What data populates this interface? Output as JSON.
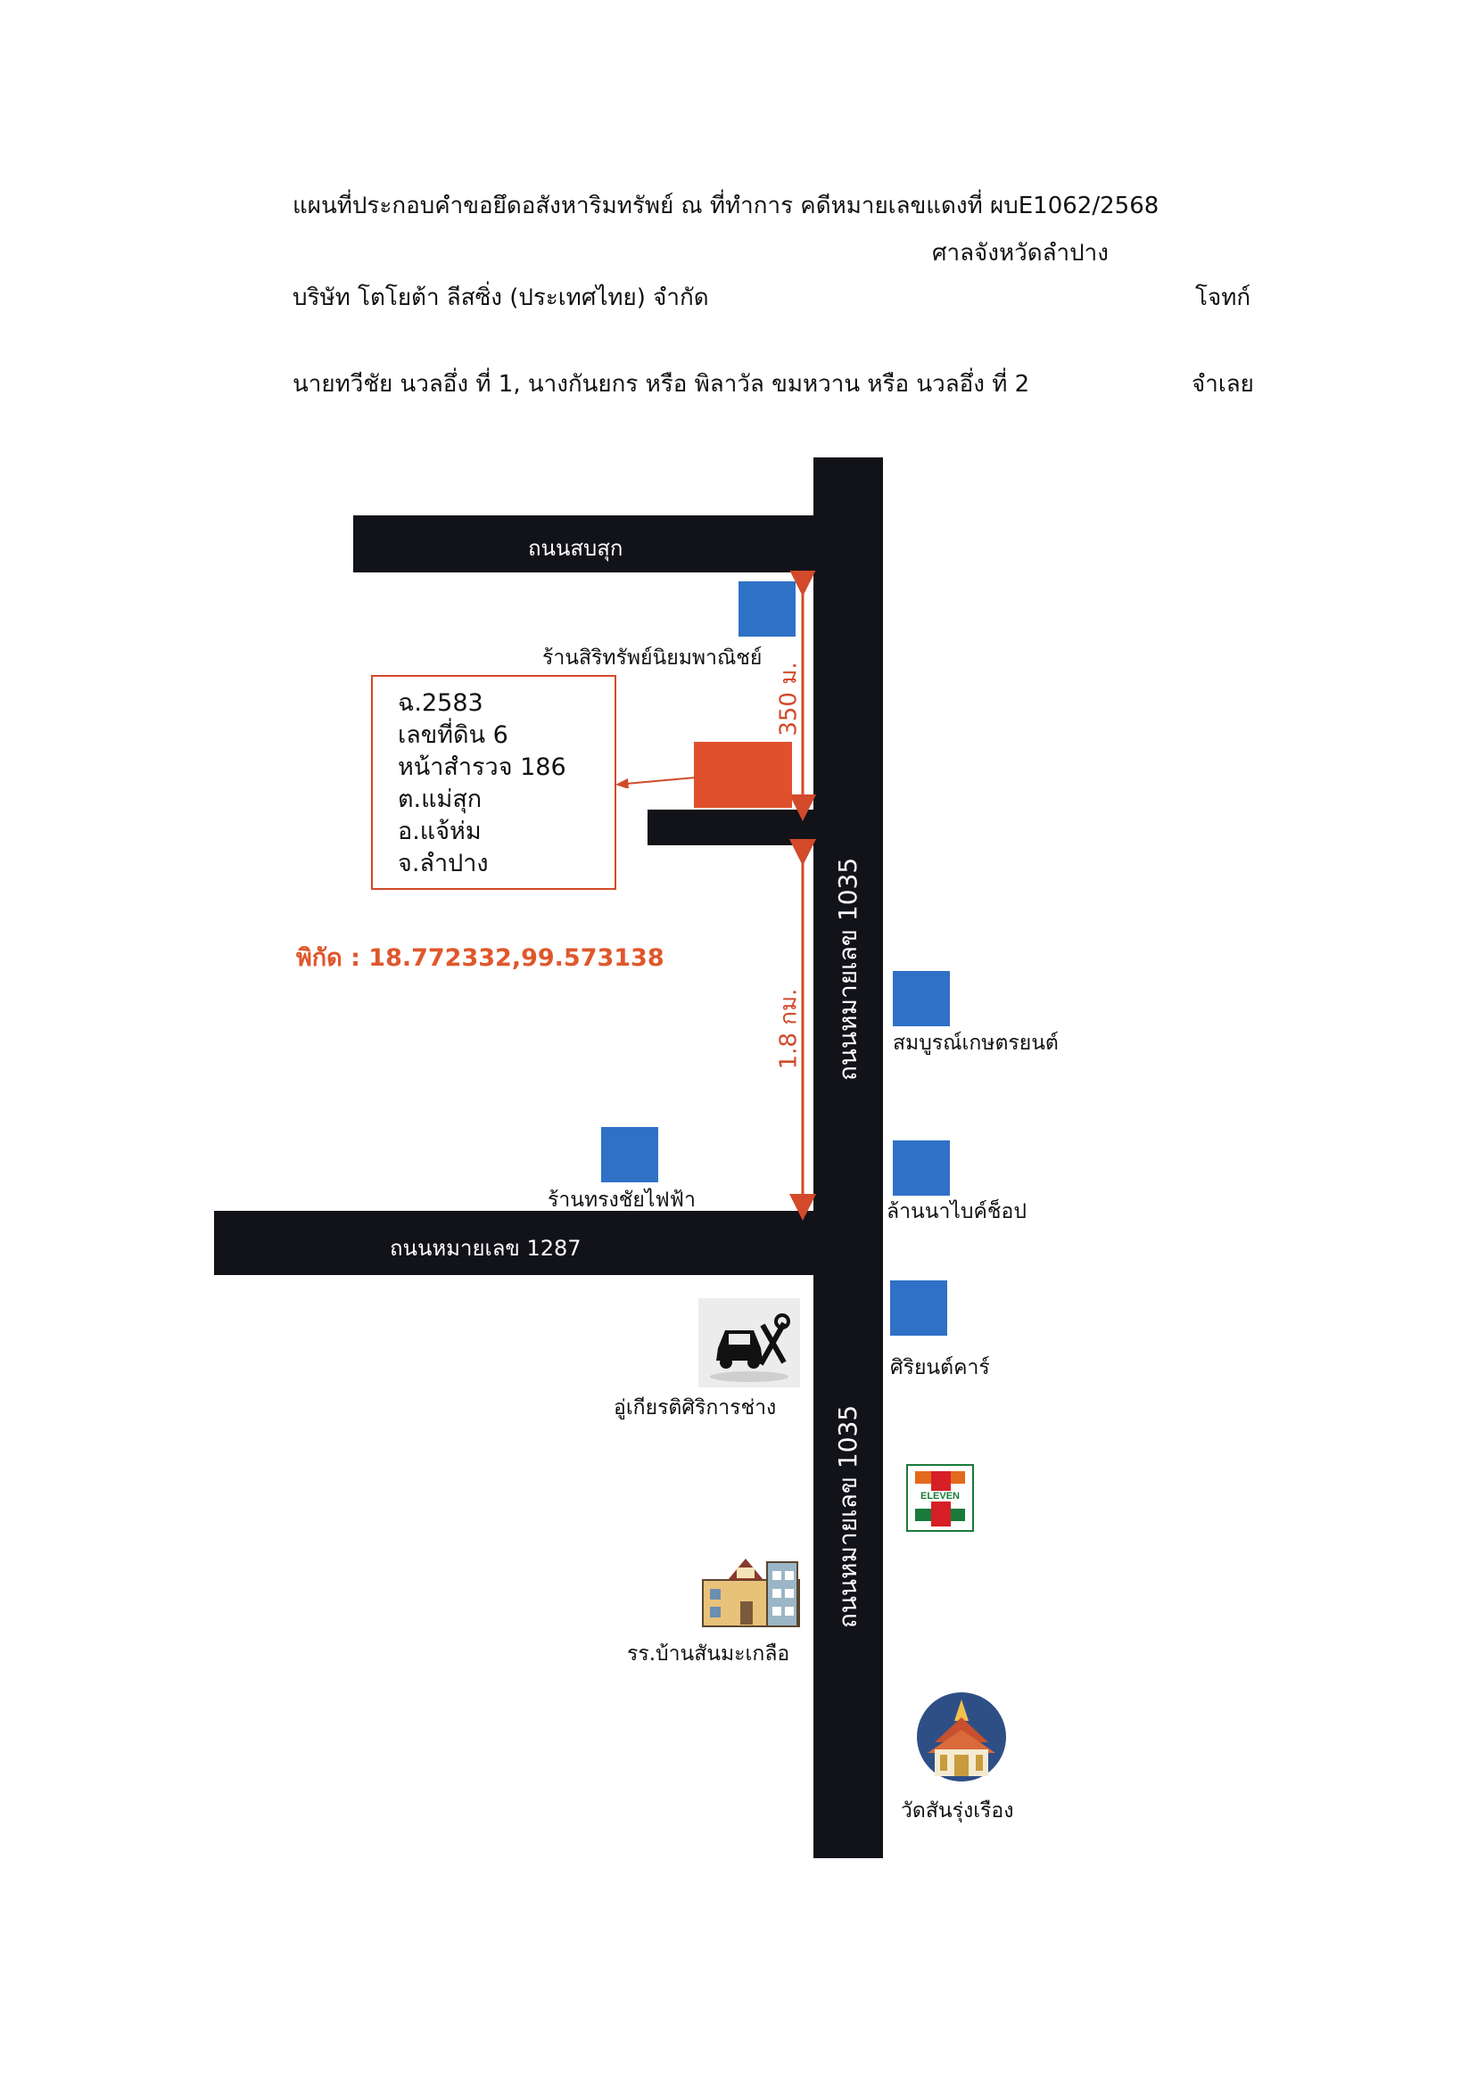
{
  "header": {
    "title": "แผนที่ประกอบคำขอยึดอสังหาริมทรัพย์ ณ ที่ทำการ คดีหมายเลขแดงที่ ผบE1062/2568",
    "court": "ศาลจังหวัดลำปาง",
    "plaintiff": "บริษัท โตโยต้า ลีสซิ่ง (ประเทศไทย) จำกัด",
    "plaintiff_role": "โจทก์",
    "defendants": "นายทวีชัย นวลอึ่ง ที่ 1, นางกันยกร หรือ พิลาวัล ขมหวาน หรือ นวลอึ่ง ที่ 2",
    "defendant_role": "จำเลย"
  },
  "roads": {
    "sobsuk": "ถนนสบสุก",
    "road_1287": "ถนนหมายเลข 1287",
    "road_1035_upper": "ถนนหมายเลข 1035",
    "road_1035_lower": "ถนนหมายเลข 1035"
  },
  "distances": {
    "upper": "350 ม.",
    "lower": "1.8 กม."
  },
  "property": {
    "lines": [
      "ฉ.2583",
      "เลขที่ดิน 6",
      "หน้าสำรวจ 186",
      "ต.แม่สุก",
      "อ.แจ้ห่ม",
      "จ.ลำปาง"
    ],
    "coordinates": "พิกัด : 18.772332,99.573138",
    "marker_color": "#e1502c"
  },
  "landmarks": {
    "sirisap": "ร้านสิริทรัพย์นิยมพาณิชย์",
    "somboon": "สมบูรณ์เกษตรยนต์",
    "songchai": "ร้านทรงชัยไฟฟ้า",
    "lanna": "ล้านนาไบค์ช็อป",
    "siriyont": "ศิริยนต์คาร์",
    "garage": "อู่เกียรติศิริการช่าง",
    "seven_eleven_logo": "ELEVEN",
    "school": "รร.บ้านสันมะเกลือ",
    "temple": "วัดสันรุ่งเรือง"
  },
  "colors": {
    "road": "#121219",
    "landmark": "#2f71c6",
    "accent": "#d24a2a"
  },
  "icons": [
    "car-repair-icon",
    "seven-eleven-logo",
    "school-building-icon",
    "temple-icon"
  ]
}
